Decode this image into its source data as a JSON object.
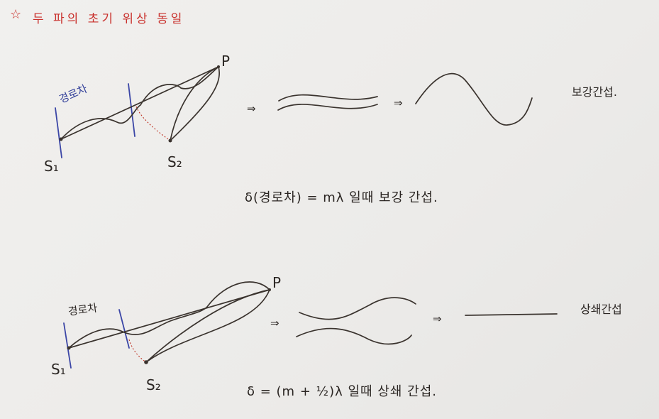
{
  "header": {
    "star": "☆",
    "title": "두 파의 초기 위상 동일"
  },
  "top": {
    "label_P": "P",
    "label_S1": "S₁",
    "label_S2": "S₂",
    "path_diff": "경로차",
    "arrow1": "⇒",
    "arrow2": "⇒",
    "result": "보강간섭.",
    "condition": "δ(경로차) = mλ 일때 보강 간섭."
  },
  "bottom": {
    "label_P": "P",
    "label_S1": "S₁",
    "label_S2": "S₂",
    "path_diff": "경로차",
    "arrow1": "⇒",
    "arrow2": "⇒",
    "result": "상쇄간섭",
    "condition": "δ = (m + ½)λ 일때 상쇄 간섭."
  },
  "colors": {
    "ink": "#3a332e",
    "red_ink": "#c9302c",
    "blue_ink": "#3b46a6"
  }
}
